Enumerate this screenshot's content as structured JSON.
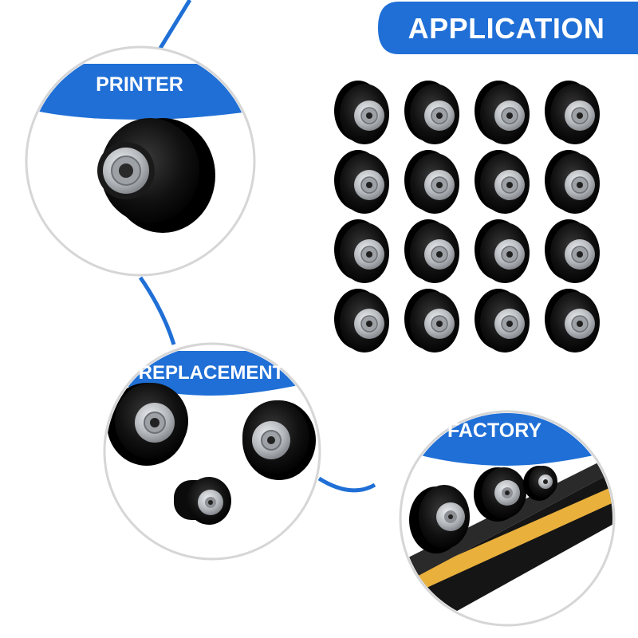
{
  "header": {
    "title": "APPLICATION"
  },
  "sections": {
    "printer": {
      "label": "PRINTER"
    },
    "replacement": {
      "label": "REPLACEMENT"
    },
    "factory": {
      "label": "FACTORY"
    }
  },
  "colors": {
    "accent": "#1f6fd6",
    "wheel": "#0d0d0d",
    "bearing": "#b9bcc0",
    "rail": "#151515",
    "rail_stripe": "#e9b03c",
    "frame": "#d6d6d6"
  },
  "product_grid": {
    "rows": 4,
    "columns": 4
  }
}
